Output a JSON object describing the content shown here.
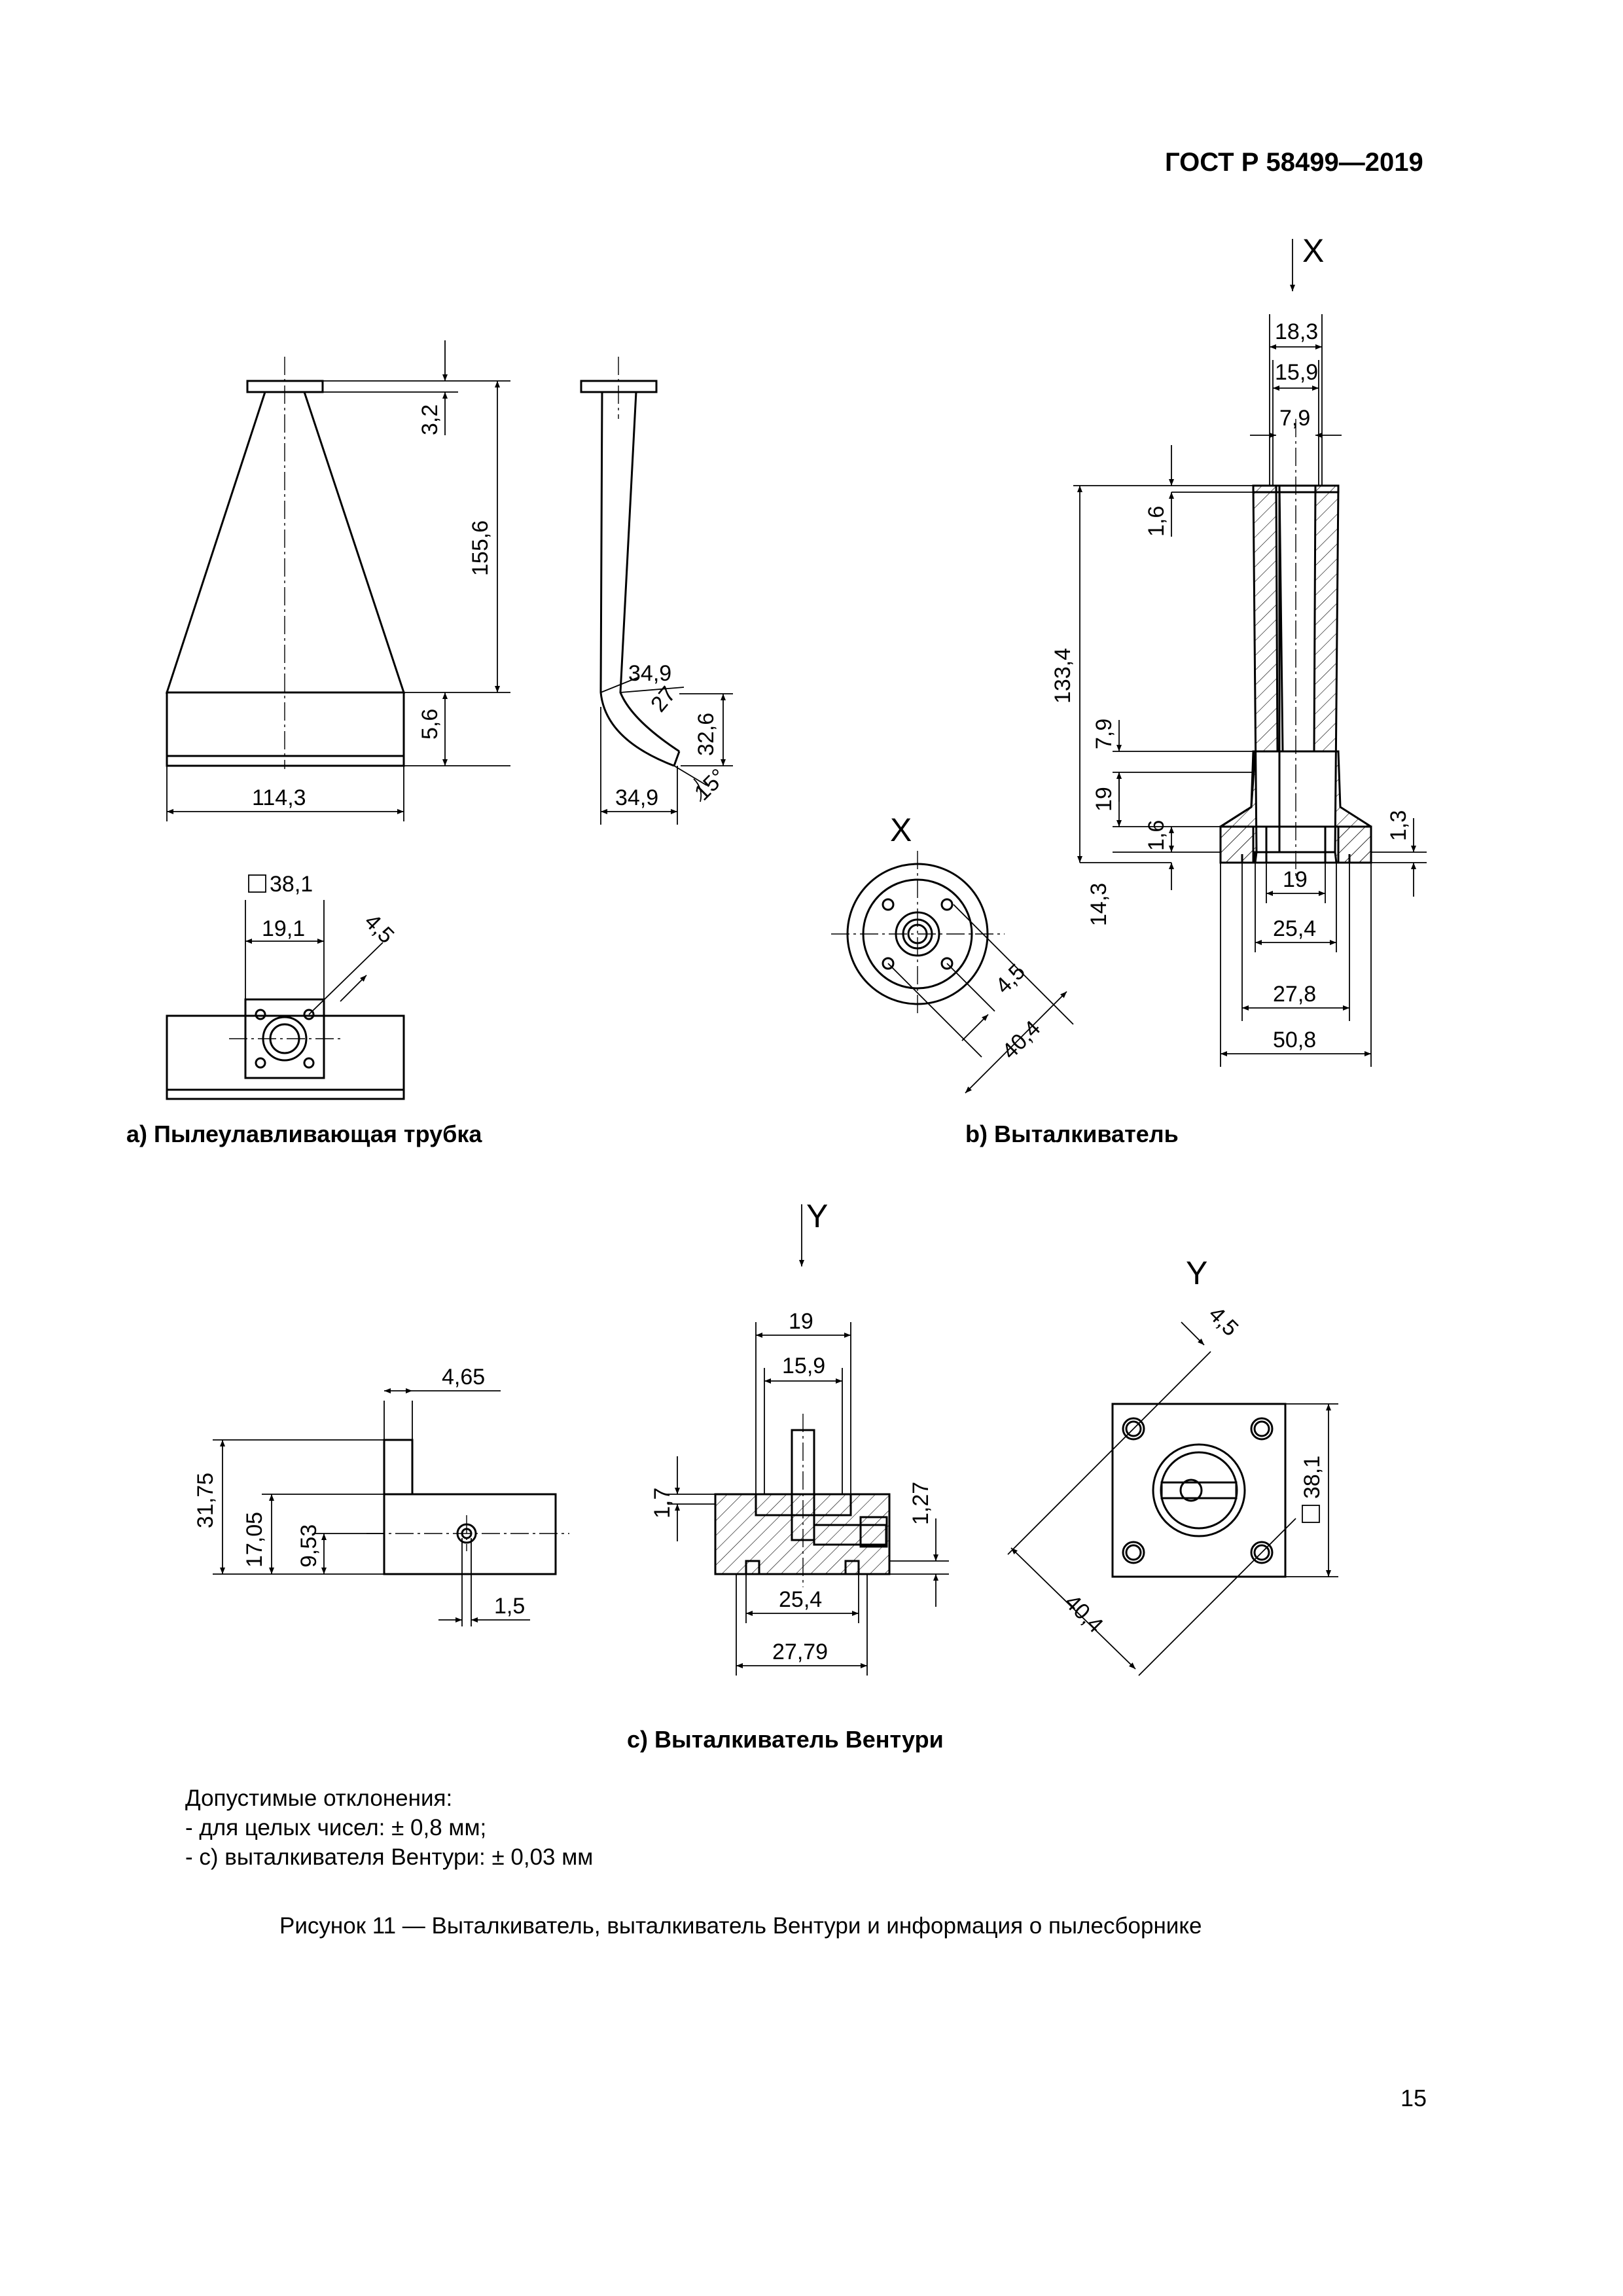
{
  "header": {
    "standard": "ГОСТ Р 58499—2019"
  },
  "views": {
    "a": {
      "caption": "а) Пылеулавливающая трубка",
      "dims": [
        "3,2",
        "155,6",
        "5,6",
        "114,3",
        "34,9",
        "27",
        "32,6",
        "15°",
        "34,9",
        "38,1",
        "19,1",
        "4,5"
      ]
    },
    "b": {
      "caption": "b) Выталкиватель",
      "view_labels": [
        "X",
        "X"
      ],
      "dims": [
        "18,3",
        "15,9",
        "7,9",
        "1,6",
        "133,4",
        "7,9",
        "19",
        "1,6",
        "14,3",
        "1,3",
        "19",
        "25,4",
        "27,8",
        "50,8",
        "4,5",
        "40,4"
      ]
    },
    "c": {
      "caption": "с) Выталкиватель Вентури",
      "view_labels": [
        "Y",
        "Y"
      ],
      "dims": [
        "4,65",
        "31,75",
        "17,05",
        "9,53",
        "1,5",
        "19",
        "15,9",
        "1,7",
        "1,27",
        "25,4",
        "27,79",
        "4,5",
        "38,1",
        "40,4"
      ]
    }
  },
  "notes": {
    "title": "Допустимые отклонения:",
    "items": [
      "-  для целых чисел: ± 0,8 мм;",
      "-  с) выталкивателя Вентури: ± 0,03 мм"
    ]
  },
  "figure_caption": "Рисунок 11 — Выталкиватель, выталкиватель Вентури и информация о пылесборнике",
  "page_number": "15"
}
